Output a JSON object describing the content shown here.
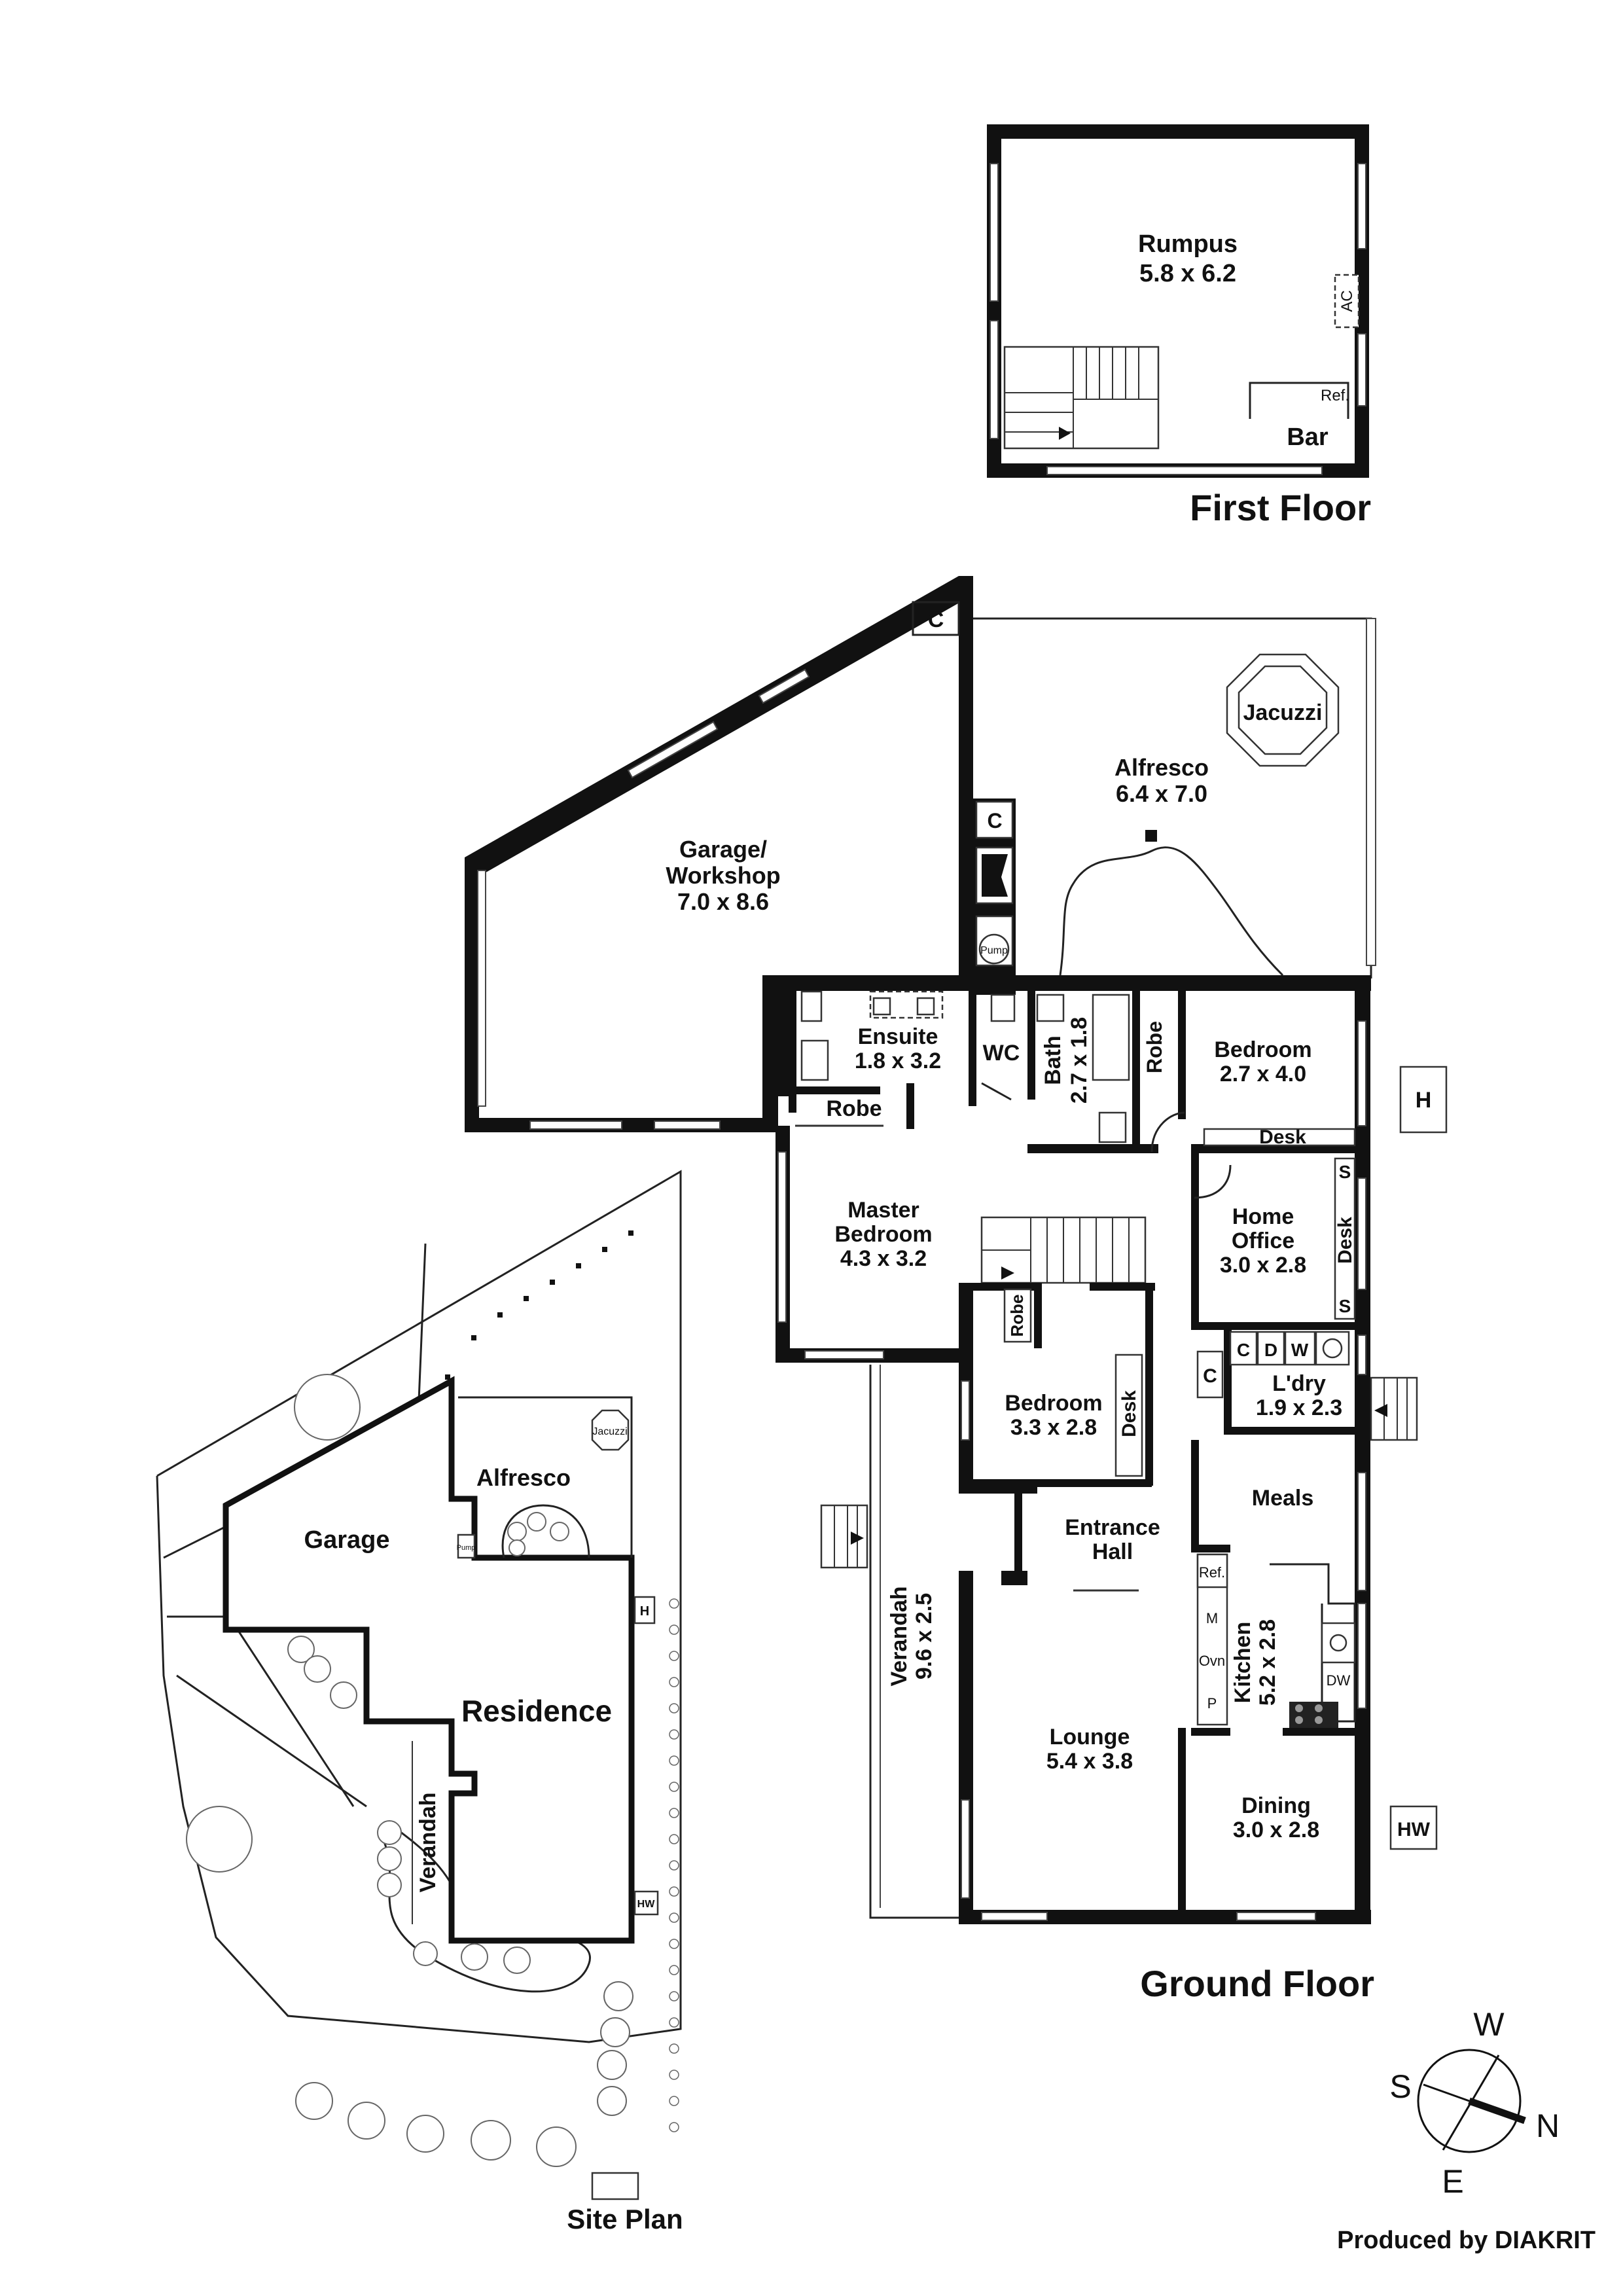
{
  "first_floor": {
    "title": "First Floor",
    "rooms": [
      {
        "name": "Rumpus",
        "size": "5.8 x 6.2"
      }
    ],
    "fixtures": {
      "ac": "AC",
      "ref": "Ref.",
      "bar": "Bar"
    }
  },
  "ground_floor": {
    "title": "Ground Floor",
    "rooms": {
      "garage": {
        "name": "Garage/",
        "name2": "Workshop",
        "size": "7.0 x 8.6"
      },
      "alfresco": {
        "name": "Alfresco",
        "size": "6.4 x 7.0"
      },
      "jacuzzi": {
        "name": "Jacuzzi"
      },
      "ensuite": {
        "name": "Ensuite",
        "size": "1.8 x 3.2"
      },
      "wc": {
        "name": "WC"
      },
      "bath": {
        "name": "Bath",
        "size": "2.7 x 1.8"
      },
      "robe_bath": {
        "name": "Robe"
      },
      "bedroom_a": {
        "name": "Bedroom",
        "size": "2.7 x 4.0"
      },
      "robe_master": {
        "name": "Robe"
      },
      "master": {
        "name": "Master",
        "name2": "Bedroom",
        "size": "4.3 x 3.2"
      },
      "home_office": {
        "name": "Home",
        "name2": "Office",
        "size": "3.0 x 2.8"
      },
      "robe_small": {
        "name": "Robe"
      },
      "bedroom_b": {
        "name": "Bedroom",
        "size": "3.3 x 2.8"
      },
      "laundry": {
        "name": "L'dry",
        "size": "1.9 x 2.3"
      },
      "entrance": {
        "name": "Entrance",
        "name2": "Hall"
      },
      "meals": {
        "name": "Meals"
      },
      "verandah": {
        "name": "Verandah",
        "size": "9.6 x 2.5"
      },
      "kitchen": {
        "name": "Kitchen",
        "size": "5.2 x 2.8"
      },
      "lounge": {
        "name": "Lounge",
        "size": "5.4 x 3.8"
      },
      "dining": {
        "name": "Dining",
        "size": "3.0 x 2.8"
      }
    },
    "fixtures": {
      "c_garage": "C",
      "c_alfresco": "C",
      "pump": "Pump",
      "h": "H",
      "hw": "HW",
      "desk_bed": "Desk",
      "desk_office": "Desk",
      "desk_bed_b": "Desk",
      "s1": "S",
      "s2": "S",
      "c_l": "C",
      "d_l": "D",
      "w_l": "W",
      "c_hall": "C",
      "ref": "Ref.",
      "m": "M",
      "ovn": "Ovn",
      "p": "P",
      "dw": "DW"
    }
  },
  "site_plan": {
    "title": "Site Plan",
    "labels": {
      "garage": "Garage",
      "alfresco": "Alfresco",
      "jacuzzi": "Jacuzzi",
      "residence": "Residence",
      "verandah": "Verandah",
      "pump": "Pump",
      "h": "H",
      "hw": "HW"
    }
  },
  "compass": {
    "w": "W",
    "s": "S",
    "n": "N",
    "e": "E"
  },
  "credit": {
    "prefix": "Produced by ",
    "brand": "DIAKRIT"
  }
}
